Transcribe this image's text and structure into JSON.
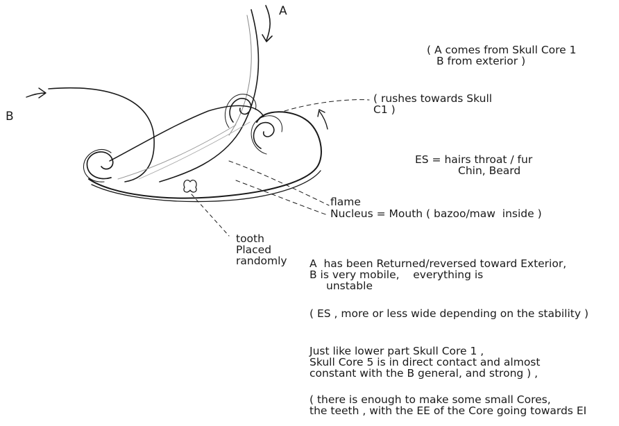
{
  "labels": {
    "a": "A",
    "b": "B"
  },
  "notes": {
    "origin_line1": "( A comes from Skull Core 1",
    "origin_line2": "B from exterior )",
    "rushes_line1": "( rushes towards Skull",
    "rushes_line2": "C1 )",
    "es_line1": "ES = hairs throat / fur",
    "es_line2": "Chin, Beard",
    "flame": "flame",
    "nucleus": "Nucleus = Mouth ( bazoo/maw  inside )",
    "tooth_line1": "tooth",
    "tooth_line2": "Placed",
    "tooth_line3": "randomly",
    "returned_line1": "A  has been Returned/reversed toward Exterior,",
    "returned_line2": "B is very mobile,    everything is",
    "returned_line3": "unstable",
    "es_width": "( ES , more or less wide depending on the stability )",
    "lower_line1": "Just like lower part Skull Core 1 ,",
    "lower_line2": "Skull Core 5 is in direct contact and almost",
    "lower_line3": "constant with the B general, and strong ) ,",
    "cores_line1": "( there is enough to make some small Cores,",
    "cores_line2": "the teeth , with the EE of the Core going towards EI"
  }
}
